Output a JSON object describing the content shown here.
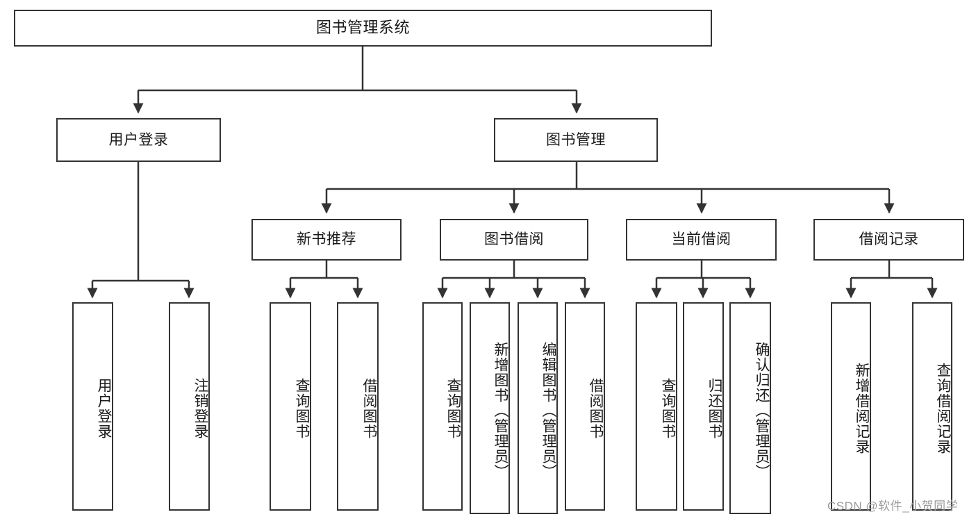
{
  "diagram": {
    "title": "图书管理系统",
    "type": "tree-hierarchy-diagram",
    "root": {
      "label": "图书管理系统"
    },
    "level2": [
      {
        "label": "用户登录"
      },
      {
        "label": "图书管理"
      }
    ],
    "level3": [
      {
        "label": "新书推荐"
      },
      {
        "label": "图书借阅"
      },
      {
        "label": "当前借阅"
      },
      {
        "label": "借阅记录"
      }
    ],
    "leaves": {
      "user_login": [
        {
          "label": "用户登录"
        },
        {
          "label": "注销登录"
        }
      ],
      "new_book_recommend": [
        {
          "label": "查询图书"
        },
        {
          "label": "借阅图书"
        }
      ],
      "book_borrow": [
        {
          "label": "查询图书"
        },
        {
          "label": "新增图书（管理员）"
        },
        {
          "label": "编辑图书（管理员）"
        },
        {
          "label": "借阅图书"
        }
      ],
      "current_borrow": [
        {
          "label": "查询图书"
        },
        {
          "label": "归还图书"
        },
        {
          "label": "确认归还（管理员）"
        }
      ],
      "borrow_records": [
        {
          "label": "新增借阅记录"
        },
        {
          "label": "查询借阅记录"
        }
      ]
    }
  },
  "watermark": {
    "text": "CSDN @软件_小贺同学"
  },
  "colors": {
    "stroke": "#333333",
    "background": "#ffffff",
    "text": "#1a1a1a",
    "watermark": "#9a9a9a"
  }
}
